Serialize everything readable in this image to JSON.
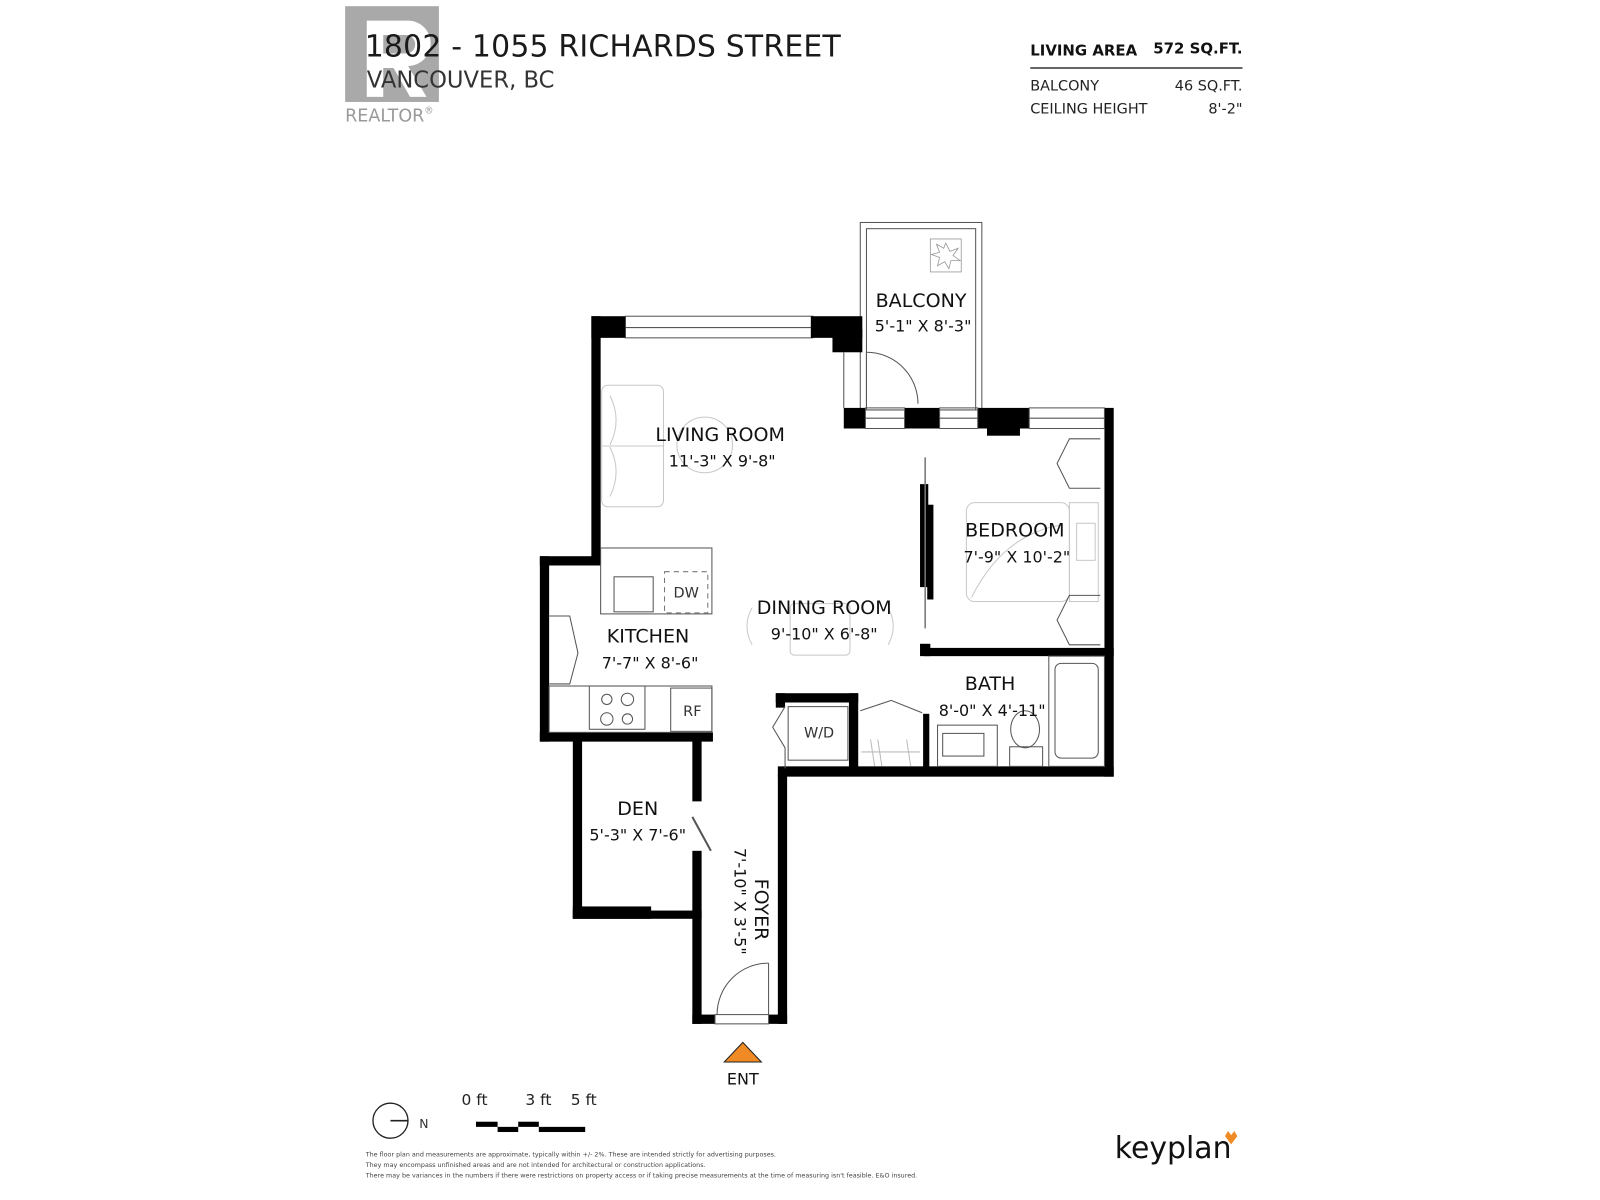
{
  "header": {
    "unit_address": "1802 - 1055 RICHARDS STREET",
    "city": "VANCOUVER, BC",
    "watermark": "REALTOR",
    "watermark_registered": "®"
  },
  "stats": {
    "living_area_label": "LIVING AREA",
    "living_area_value": "572 SQ.FT.",
    "balcony_label": "BALCONY",
    "balcony_value": "46 SQ.FT.",
    "ceiling_label": "CEILING HEIGHT",
    "ceiling_value": "8'-2\""
  },
  "rooms": {
    "balcony": {
      "name": "BALCONY",
      "dims": "5'-1\"  X  8'-3\""
    },
    "living": {
      "name": "LIVING ROOM",
      "dims": "11'-3\"  X   9'-8\""
    },
    "bedroom": {
      "name": "BEDROOM",
      "dims": "7'-9\"  X  10'-2\""
    },
    "dining": {
      "name": "DINING ROOM",
      "dims": "9'-10\"  X   6'-8\""
    },
    "kitchen": {
      "name": "KITCHEN",
      "dims": "7'-7\"  X   8'-6\""
    },
    "bath": {
      "name": "BATH",
      "dims": "8'-0\"  X   4'-11\""
    },
    "den": {
      "name": "DEN",
      "dims": "5'-3\"  X  7'-6\""
    },
    "foyer": {
      "name": "FOYER",
      "dims": "7'-10\"  X  3'-5\""
    }
  },
  "appliances": {
    "dishwasher": "DW",
    "fridge": "RF",
    "washer_dryer": "W/D"
  },
  "entrance": {
    "label": "ENT",
    "color": "#F08A24"
  },
  "legend": {
    "north": "N",
    "scale_labels": [
      "0 ft",
      "3 ft",
      "5 ft"
    ]
  },
  "disclaimer": [
    "The floor plan and measurements are approximate, typically within +/- 2%. These are intended strictly for advertising purposes.",
    "They may encompass unfinished areas and are not intended for architectural or construction applications.",
    "There may be variances in the numbers if there were restrictions on property access or if taking precise measurements at the time of measuring isn't feasible. E&O insured."
  ],
  "brand": {
    "name": "keyplan",
    "accent": "#F08A24"
  }
}
